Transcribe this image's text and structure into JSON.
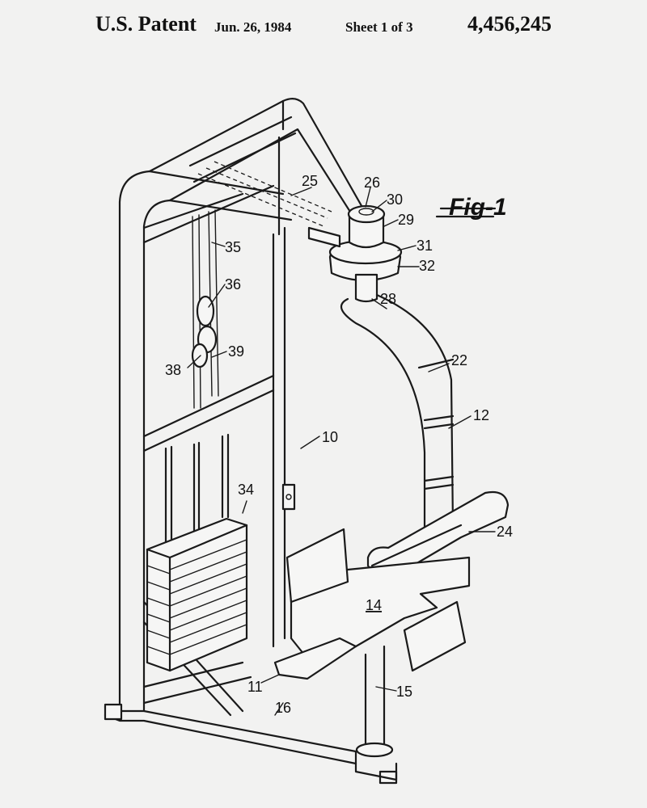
{
  "header": {
    "title": "U.S. Patent",
    "date": "Jun. 26, 1984",
    "sheet": "Sheet 1 of 3",
    "patent_number": "4,456,245"
  },
  "figure": {
    "label": "Fig-1",
    "reference_numerals": {
      "r10": "10",
      "r11": "11",
      "r12": "12",
      "r14": "14",
      "r15": "15",
      "r16": "16",
      "r22": "22",
      "r24": "24",
      "r25": "25",
      "r26": "26",
      "r28": "28",
      "r29": "29",
      "r30": "30",
      "r31": "31",
      "r32": "32",
      "r34": "34",
      "r35": "35",
      "r36": "36",
      "r38": "38",
      "r39": "39"
    }
  }
}
